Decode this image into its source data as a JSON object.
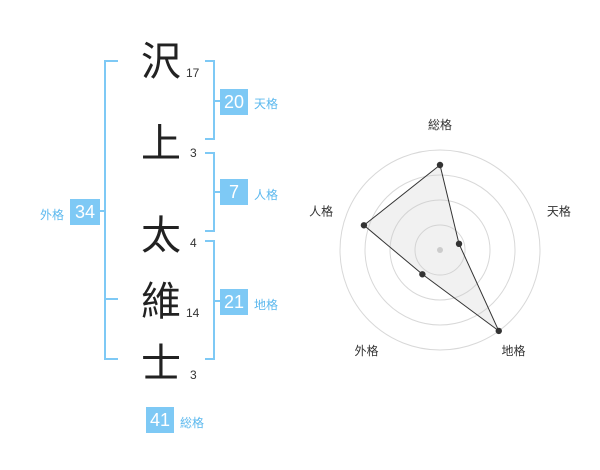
{
  "name_chars": [
    {
      "char": "沢",
      "strokes": "17"
    },
    {
      "char": "上",
      "strokes": "3"
    },
    {
      "char": "太",
      "strokes": "4"
    },
    {
      "char": "維",
      "strokes": "14"
    },
    {
      "char": "士",
      "strokes": "3"
    }
  ],
  "fortunes": {
    "tenkaku": {
      "label": "天格",
      "value": "20"
    },
    "jinkaku": {
      "label": "人格",
      "value": "7"
    },
    "chikaku": {
      "label": "地格",
      "value": "21"
    },
    "gaikaku": {
      "label": "外格",
      "value": "34"
    },
    "soukaku": {
      "label": "総格",
      "value": "41"
    }
  },
  "colors": {
    "accent": "#7ec9f5",
    "label": "#5bb8ee",
    "text": "#222222"
  },
  "chart_data": {
    "type": "radar",
    "axes": [
      "総格",
      "天格",
      "地格",
      "外格",
      "人格"
    ],
    "values": [
      0.85,
      0.2,
      1.0,
      0.3,
      0.8
    ],
    "rings": 4
  }
}
